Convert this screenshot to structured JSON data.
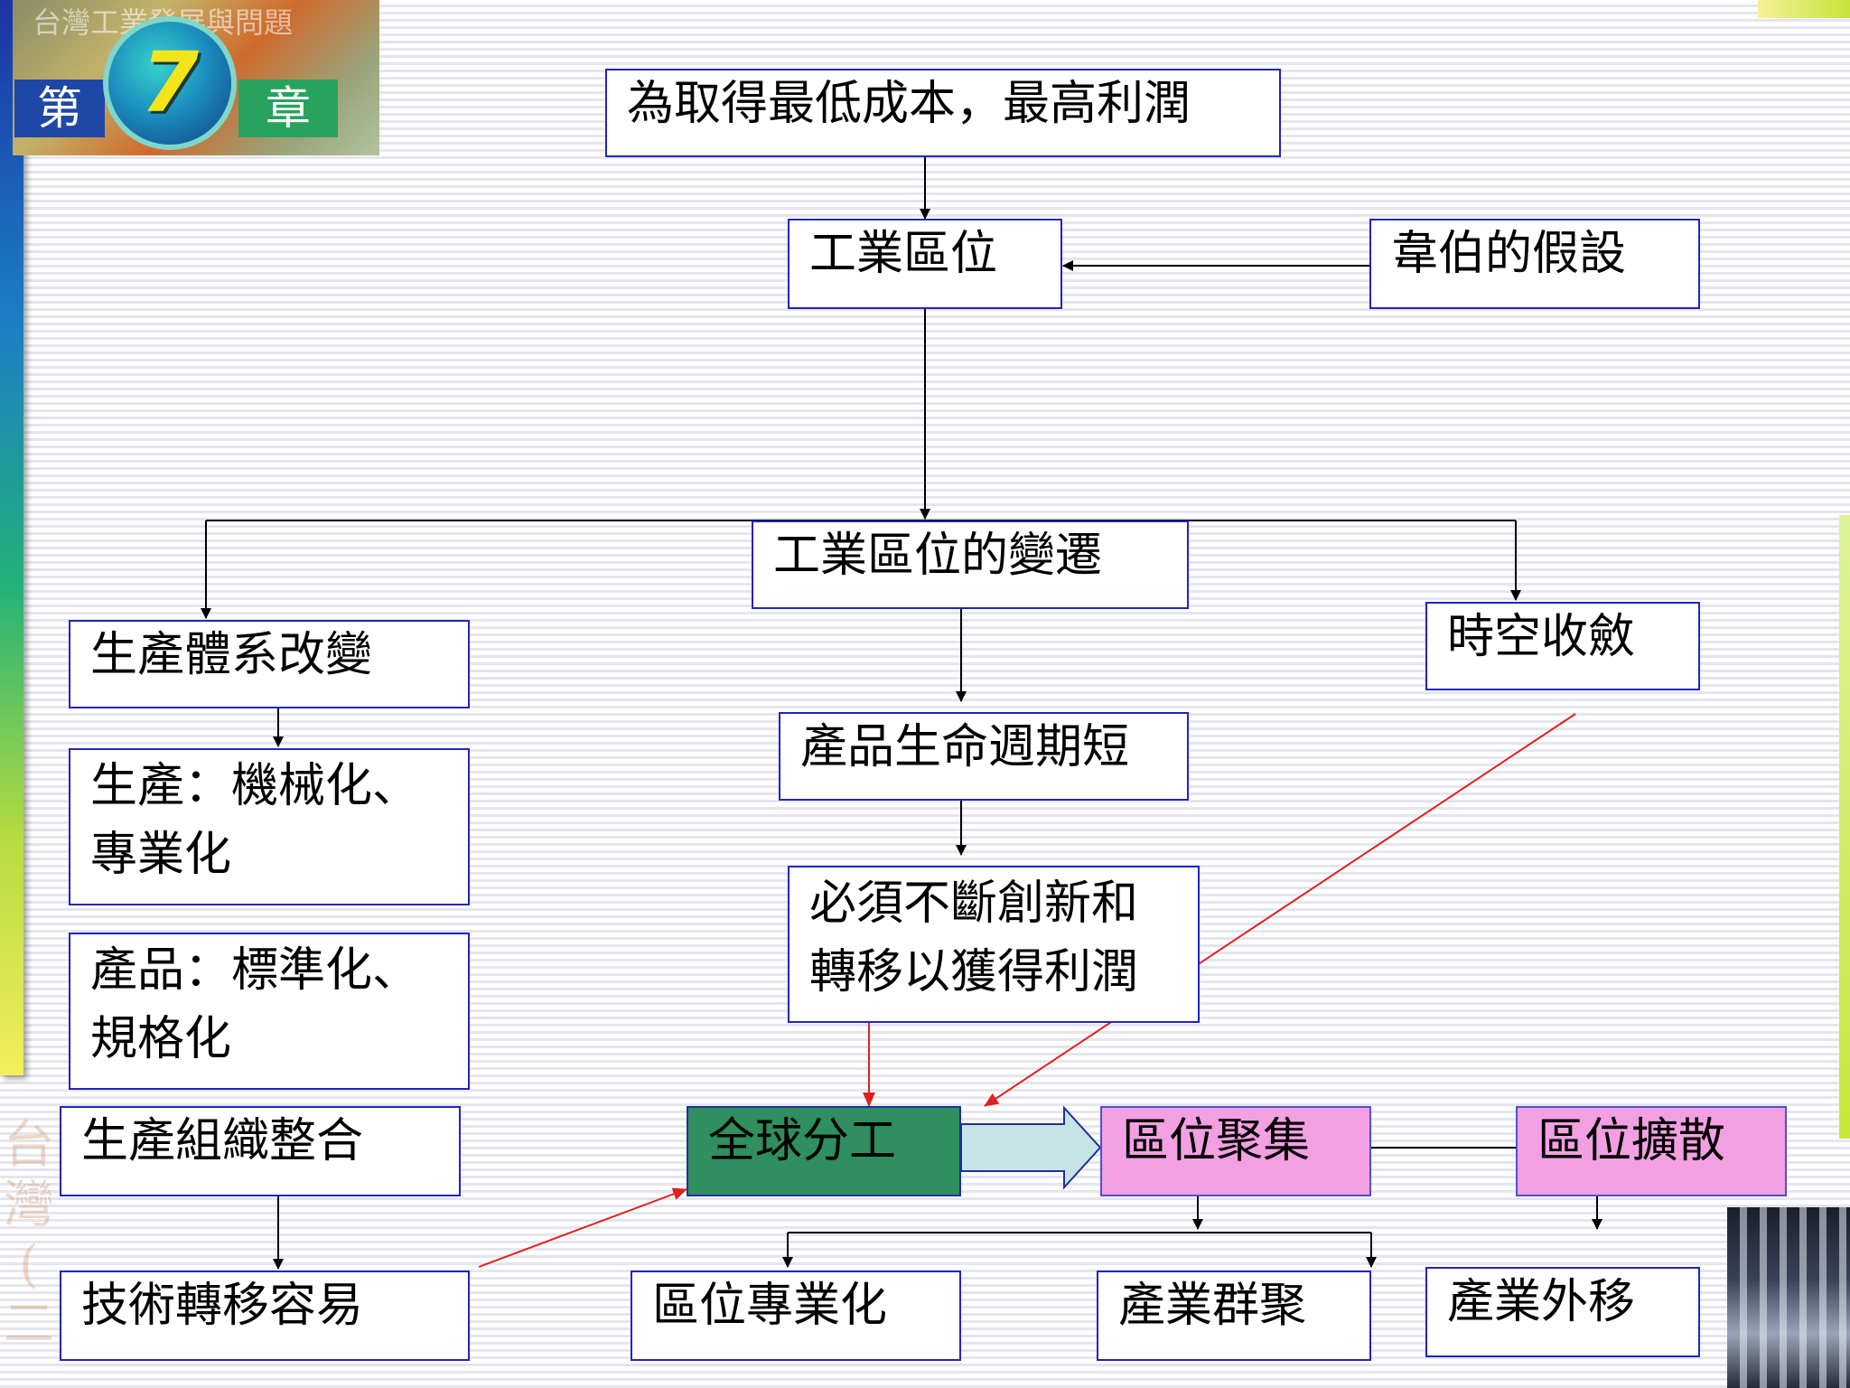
{
  "header": {
    "ghost_text": "台灣工業發展與問題",
    "chapter_left": "第",
    "chapter_number": "7",
    "chapter_right": "章",
    "watermark_chars": [
      "台",
      "灣",
      "(",
      "二"
    ]
  },
  "colors": {
    "box_border": "#2323c4",
    "arrow_black": "#000000",
    "arrow_red": "#e02020",
    "green_box": "#2f8f5e",
    "pink_box": "#f3a0e3",
    "block_arrow": "#c6e4e6"
  },
  "nodes": {
    "lowest_cost": "為取得最低成本，最高利潤",
    "industrial_location": "工業區位",
    "weber_assumption": "韋伯的假設",
    "location_change": "工業區位的變遷",
    "production_system_change": "生產體系改變",
    "space_time_convergence": "時空收斂",
    "short_product_cycle": "產品生命週期短",
    "production_mech": "生產：機械化、\n專業化",
    "innovate_transfer": "必須不斷創新和\n轉移以獲得利潤",
    "product_standard": "產品：標準化、\n規格化",
    "production_org": "生產組織整合",
    "global_division": "全球分工",
    "location_cluster": "區位聚集",
    "location_diffusion": "區位擴散",
    "tech_transfer": "技術轉移容易",
    "location_specialization": "區位專業化",
    "industry_cluster": "產業群聚",
    "industry_relocation": "產業外移"
  }
}
